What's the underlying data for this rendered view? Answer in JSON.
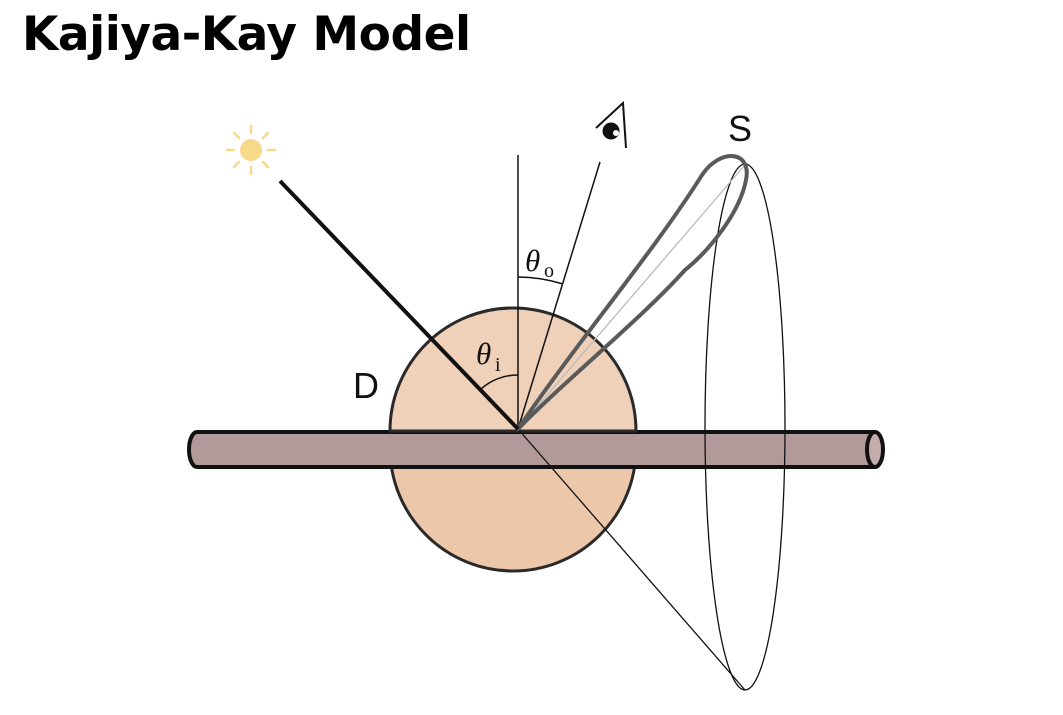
{
  "slide": {
    "title": "Kajiya-Kay Model"
  },
  "diagram": {
    "labels": {
      "diffuse": "D",
      "specular": "S",
      "theta_i_symbol": "θ",
      "theta_i_subscript": "i",
      "theta_o_symbol": "θ",
      "theta_o_subscript": "o"
    },
    "icons": {
      "light": "sun-icon",
      "viewer": "eye-icon"
    },
    "colors": {
      "diffuse_fill": "#ecc7aa",
      "hair_fill": "#b39a9a",
      "outline": "#111111",
      "sun": "#f8d98a",
      "lobe_stroke": "#555555"
    }
  }
}
